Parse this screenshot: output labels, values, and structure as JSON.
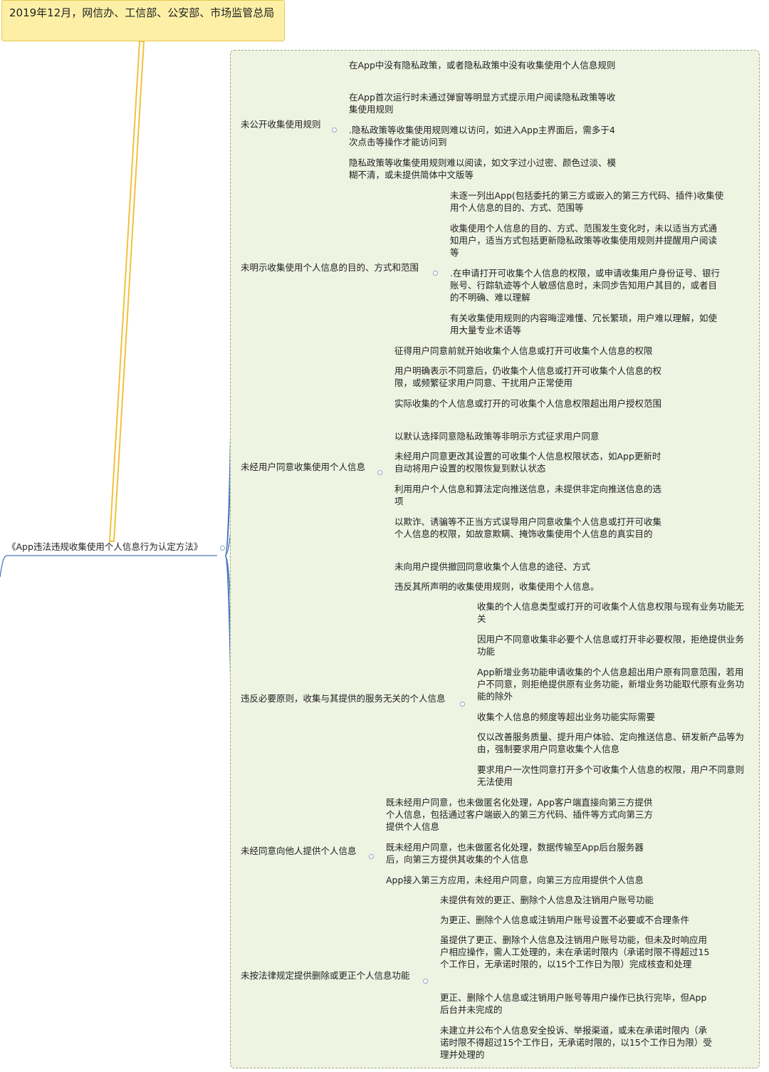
{
  "note": "2019年12月，网信办、工信部、公安部、市场监管总局",
  "root": "《App违法违规收集使用个人信息行为认定方法》",
  "branches": [
    {
      "label": "未公开收集使用规则",
      "leaves": [
        "在App中没有隐私政策，或者隐私政策中没有收集使用个人信息规则",
        "在App首次运行时未通过弹窗等明显方式提示用户阅读隐私政策等收集使用规则",
        ".隐私政策等收集使用规则难以访问，如进入App主界面后，需多于4次点击等操作才能访问到",
        "隐私政策等收集使用规则难以阅读，如文字过小过密、颜色过淡、模糊不清，或未提供简体中文版等"
      ]
    },
    {
      "label": "未明示收集使用个人信息的目的、方式和范围",
      "leaves": [
        "未逐一列出App(包括委托的第三方或嵌入的第三方代码、插件)收集使用个人信息的目的、方式、范围等",
        "收集使用个人信息的目的、方式、范围发生变化时，未以适当方式通知用户，适当方式包括更新隐私政策等收集使用规则并提醒用户阅读等",
        ".在申请打开可收集个人信息的权限，或申请收集用户身份证号、银行账号、行踪轨迹等个人敏感信息时，未同步告知用户其目的，或者目的不明确、难以理解",
        "有关收集使用规则的内容晦涩难懂、冗长繁琐，用户难以理解，如使用大量专业术语等"
      ]
    },
    {
      "label": "未经用户同意收集使用个人信息",
      "leaves": [
        "征得用户同意前就开始收集个人信息或打开可收集个人信息的权限",
        "用户明确表示不同意后，仍收集个人信息或打开可收集个人信息的权限，或频繁征求用户同意、干扰用户正常使用",
        "实际收集的个人信息或打开的可收集个人信息权限超出用户授权范围",
        "以默认选择同意隐私政策等非明示方式征求用户同意",
        "未经用户同意更改其设置的可收集个人信息权限状态，如App更新时自动将用户设置的权限恢复到默认状态",
        "利用用户个人信息和算法定向推送信息，未提供非定向推送信息的选项",
        "以欺诈、诱骗等不正当方式误导用户同意收集个人信息或打开可收集个人信息的权限，如故意欺瞒、掩饰收集使用个人信息的真实目的",
        "未向用户提供撤回同意收集个人信息的途径、方式",
        "违反其所声明的收集使用规则，收集使用个人信息。"
      ]
    },
    {
      "label": "违反必要原则，收集与其提供的服务无关的个人信息",
      "leaves": [
        "收集的个人信息类型或打开的可收集个人信息权限与现有业务功能无关",
        "因用户不同意收集非必要个人信息或打开非必要权限，拒绝提供业务功能",
        "App新增业务功能申请收集的个人信息超出用户原有同意范围，若用户不同意，则拒绝提供原有业务功能，新增业务功能取代原有业务功能的除外",
        "收集个人信息的频度等超出业务功能实际需要",
        "仅以改善服务质量、提升用户体验、定向推送信息、研发新产品等为由，强制要求用户同意收集个人信息",
        "要求用户一次性同意打开多个可收集个人信息的权限，用户不同意则无法使用"
      ]
    },
    {
      "label": "未经同意向他人提供个人信息",
      "leaves": [
        "既未经用户同意，也未做匿名化处理，App客户端直接向第三方提供个人信息，包括通过客户端嵌入的第三方代码、插件等方式向第三方提供个人信息",
        "既未经用户同意，也未做匿名化处理，数据传输至App后台服务器后，向第三方提供其收集的个人信息",
        "App接入第三方应用，未经用户同意，向第三方应用提供个人信息"
      ]
    },
    {
      "label": "未按法律规定提供删除或更正个人信息功能",
      "leaves": [
        "未提供有效的更正、删除个人信息及注销用户账号功能",
        "为更正、删除个人信息或注销用户账号设置不必要或不合理条件",
        "虽提供了更正、删除个人信息及注销用户账号功能，但未及时响应用户相应操作，需人工处理的，未在承诺时限内（承诺时限不得超过15个工作日，无承诺时限的，以15个工作日为限）完成核查和处理",
        "更正、删除个人信息或注销用户账号等用户操作已执行完毕，但App后台并未完成的",
        "未建立并公布个人信息安全投诉、举报渠道，或未在承诺时限内（承诺时限不得超过15个工作日，无承诺时限的，以15个工作日为限）受理并处理的"
      ]
    }
  ],
  "colors": {
    "connector": "#4a78b8",
    "note_line": "#f0c23c",
    "region_fill": "#eef3e2",
    "region_border": "#9cae78",
    "note_fill": "#fdf0a6"
  }
}
